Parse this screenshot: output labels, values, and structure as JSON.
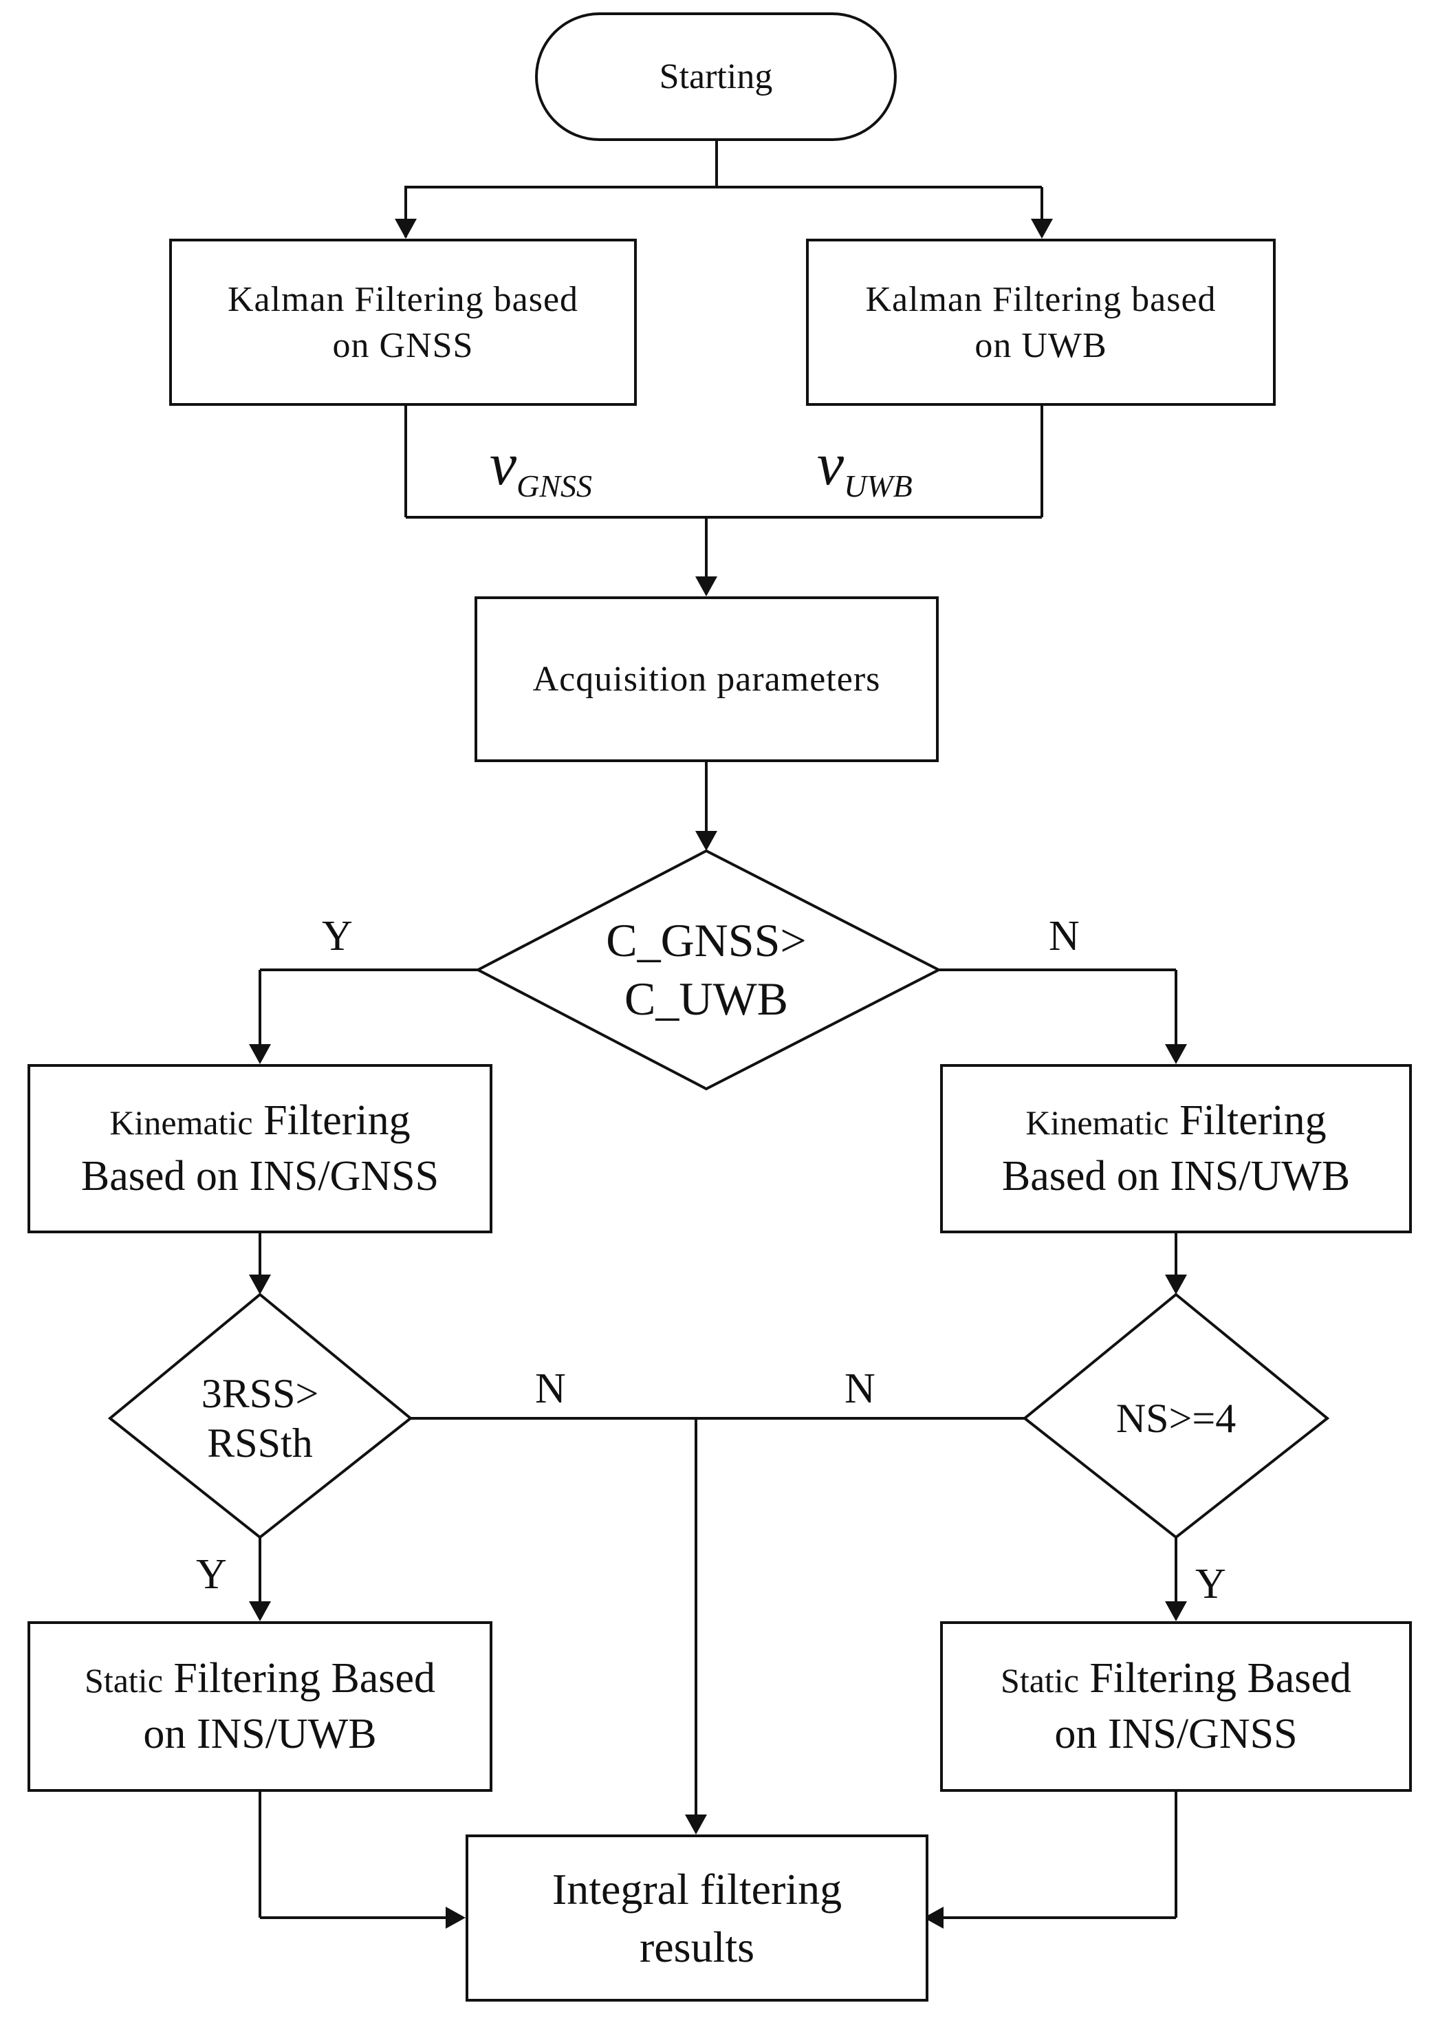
{
  "start": "Starting",
  "kf_gnss": {
    "l1": "Kalman Filtering based",
    "l2": "on GNSS"
  },
  "kf_uwb": {
    "l1": "Kalman Filtering based",
    "l2": "on UWB"
  },
  "v_gnss": {
    "base": "v",
    "sub": "GNSS"
  },
  "v_uwb": {
    "base": "v",
    "sub": "UWB"
  },
  "acq": "Acquisition parameters",
  "decision_c": {
    "l1": "C_GNSS>",
    "l2": "C_UWB"
  },
  "yes": "Y",
  "no": "N",
  "kin_gnss": {
    "small": "Kinematic",
    "big": " Filtering",
    "l2": "Based on INS/GNSS"
  },
  "kin_uwb": {
    "small": "Kinematic",
    "big": " Filtering",
    "l2": "Based on INS/UWB"
  },
  "decision_rss": {
    "l1": "3RSS>",
    "l2": "RSSth"
  },
  "decision_ns": "NS>=4",
  "static_uwb": {
    "small": "Static",
    "big": " Filtering Based",
    "l2": "on INS/UWB"
  },
  "static_gnss": {
    "small": "Static",
    "big": " Filtering Based",
    "l2": "on INS/GNSS"
  },
  "integral": {
    "l1": "Integral filtering",
    "l2": "results"
  }
}
